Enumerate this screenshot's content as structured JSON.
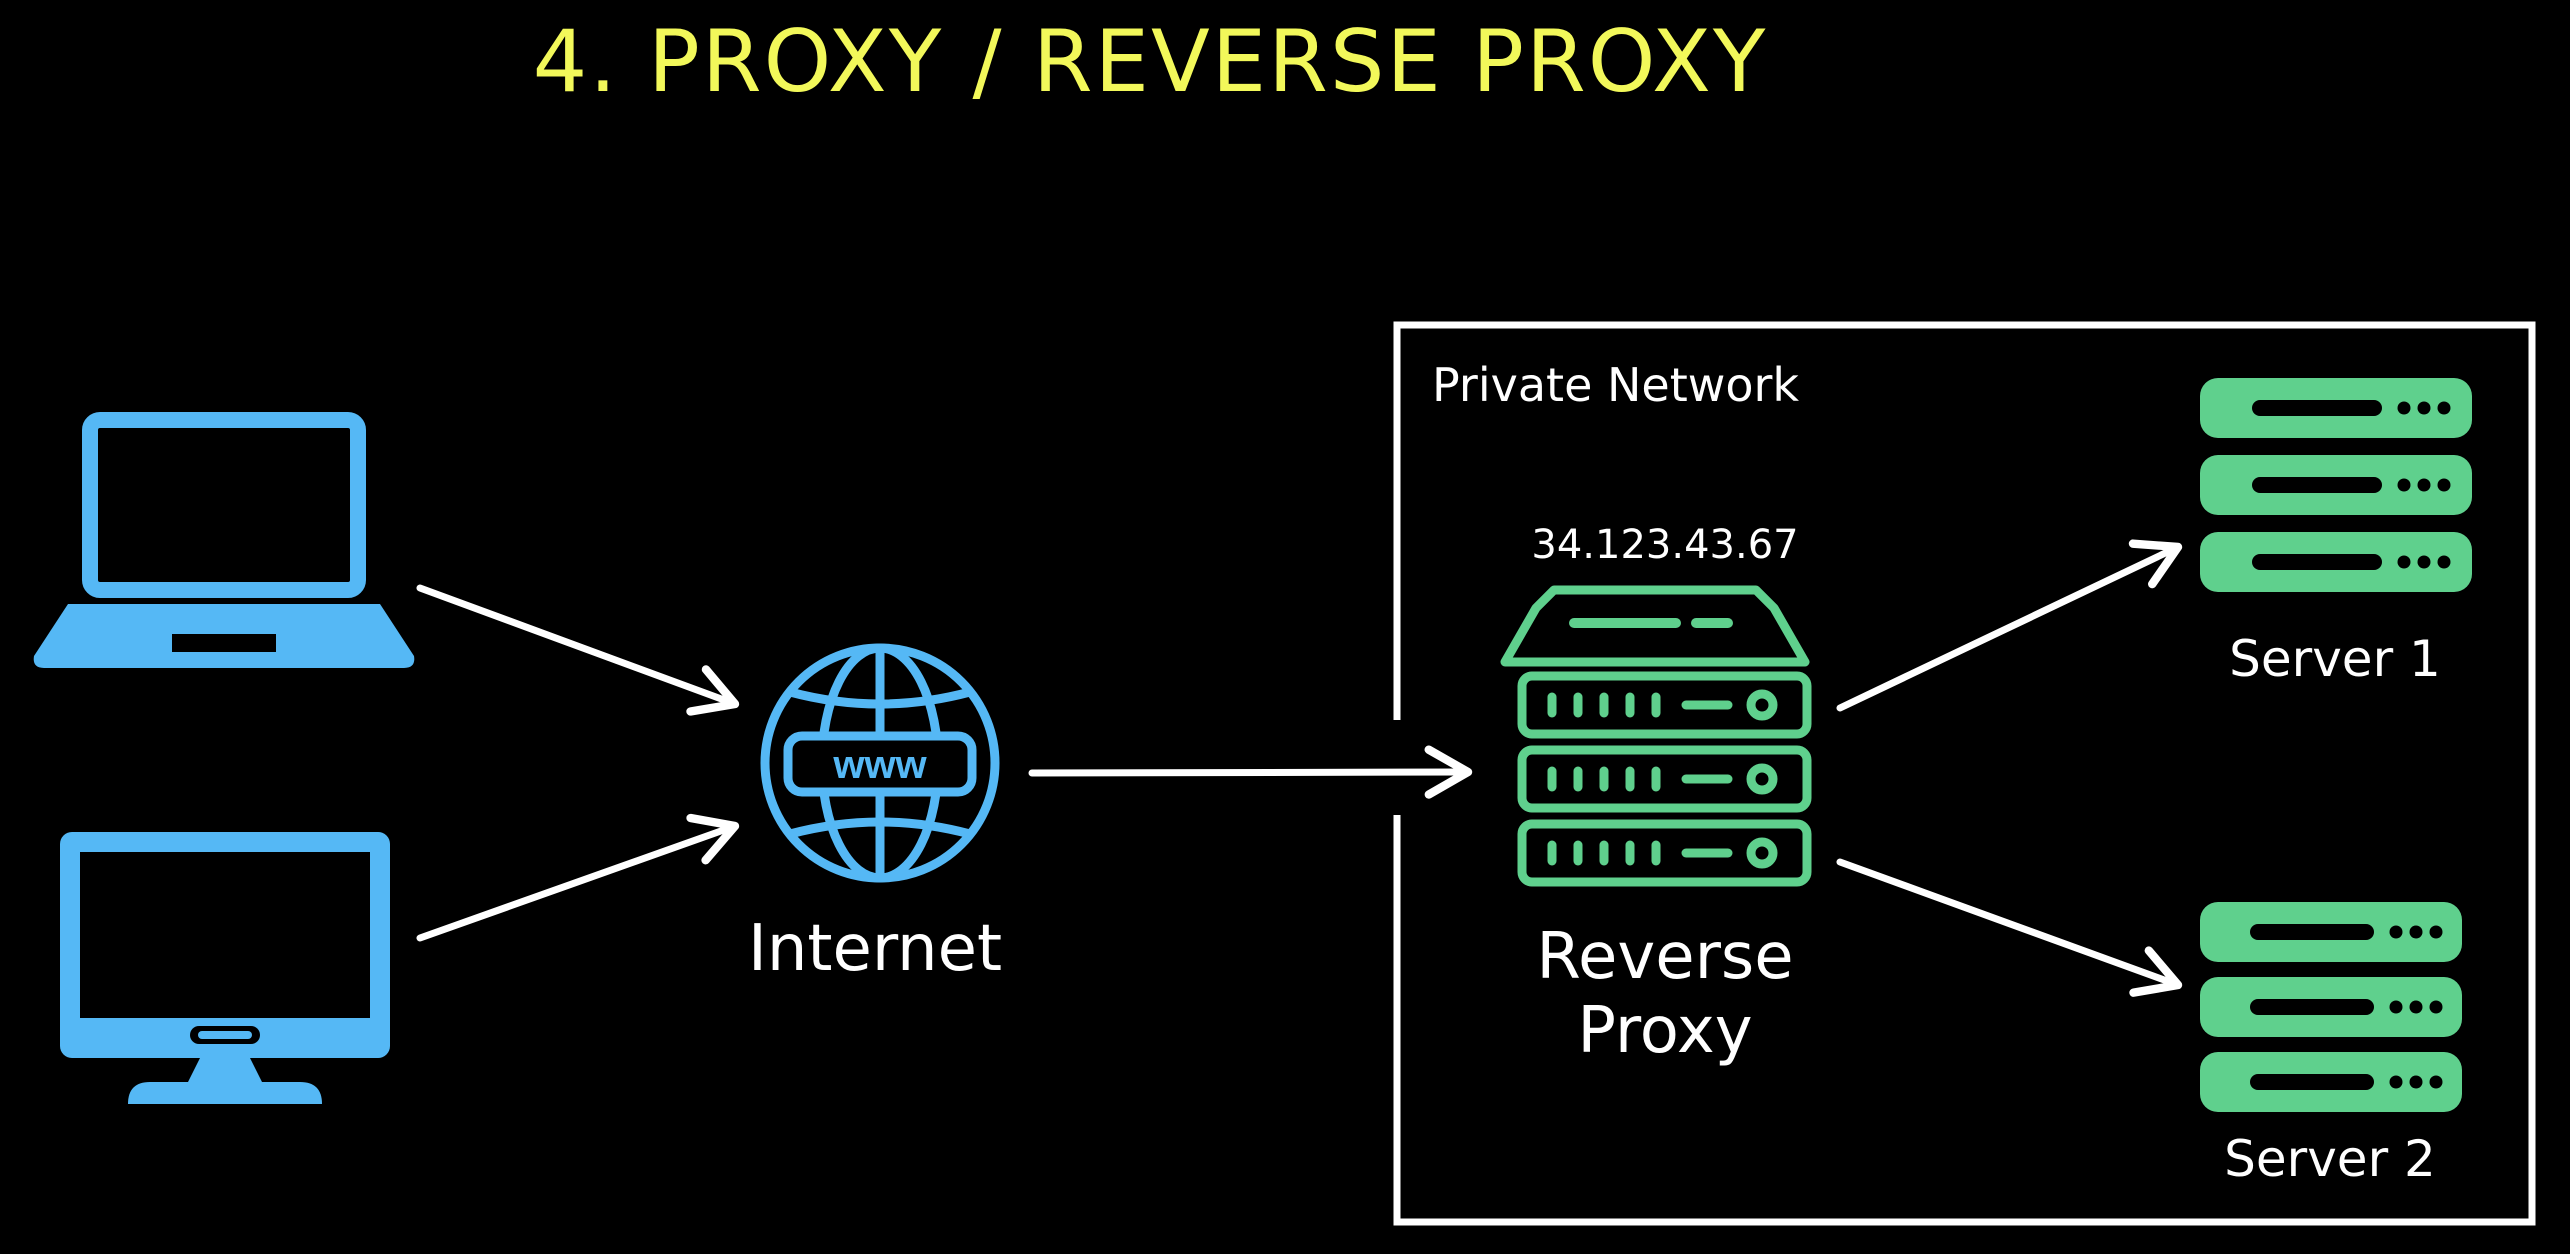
{
  "title": "4. PROXY / REVERSE PROXY",
  "colors": {
    "background": "#000000",
    "title": "#f2f85a",
    "client_blue": "#55b8f5",
    "server_green": "#5fd08d",
    "stroke_white": "#ffffff"
  },
  "icons": {
    "laptop": "laptop-icon",
    "desktop": "desktop-monitor-icon",
    "globe": "globe-www-icon",
    "reverse_proxy": "server-stack-icon",
    "server_1": "server-rack-icon",
    "server_2": "server-rack-icon"
  },
  "diagram": {
    "internet_label": "Internet",
    "globe_text": "www",
    "private_network_label": "Private Network",
    "reverse_proxy_ip": "34.123.43.67",
    "reverse_proxy_label_line1": "Reverse",
    "reverse_proxy_label_line2": "Proxy",
    "server_1_label": "Server 1",
    "server_2_label": "Server 2"
  }
}
